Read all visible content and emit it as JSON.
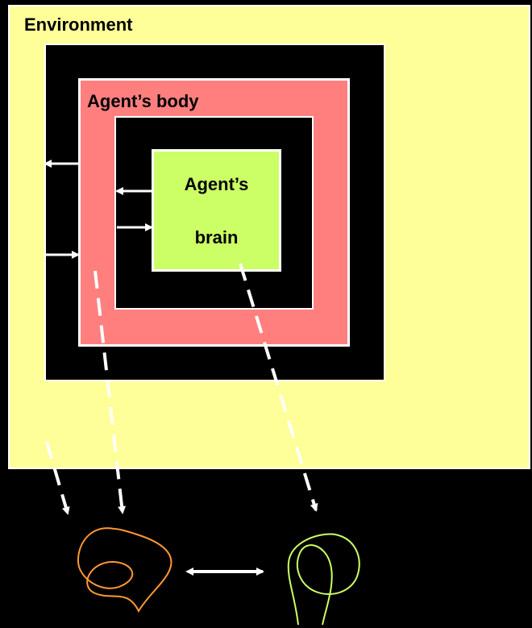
{
  "environment": {
    "label": "Environment",
    "color": "#ffff99"
  },
  "agent_body": {
    "label": "Agent’s body",
    "color": "#ff7f7f"
  },
  "agent_brain": {
    "line1": "Agent’s",
    "line2": "brain",
    "color": "#ccff66"
  },
  "scribbles": {
    "left_color": "#ff9933",
    "right_color": "#ccff66"
  }
}
